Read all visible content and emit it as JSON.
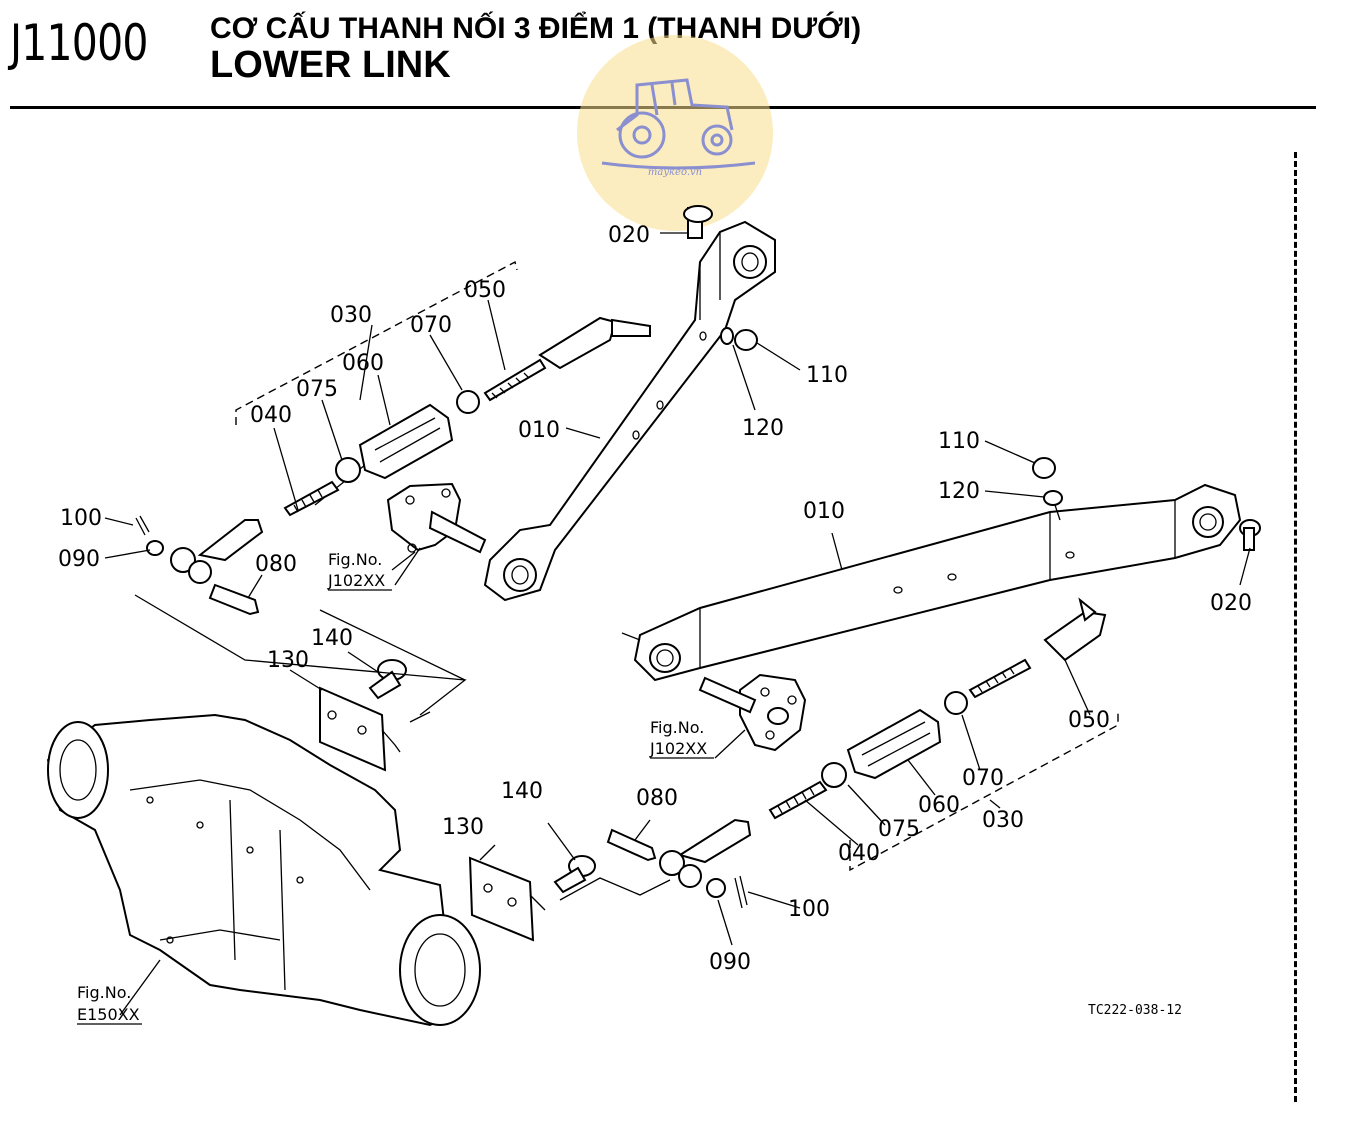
{
  "header": {
    "code": "J11000",
    "title_vi": "CƠ CẤU THANH NỐI 3 ĐIỂM 1 (THANH DƯỚI)",
    "title_en": "LOWER LINK"
  },
  "watermark": {
    "text": "maykeo.vn",
    "icon": "tractor-icon",
    "color": "#f6d67a"
  },
  "labels": {
    "l020_top": "020",
    "l030_left": "030",
    "l050_left": "050",
    "l070_left": "070",
    "l060_left": "060",
    "l075_left": "075",
    "l040_left": "040",
    "l010_left": "010",
    "l110_top": "110",
    "l120_top": "120",
    "l100_left": "100",
    "l090_left": "090",
    "l080_left": "080",
    "l140_left": "140",
    "l130_left": "130",
    "l110_right": "110",
    "l120_right": "120",
    "l010_right": "010",
    "l020_right": "020",
    "l050_right": "050",
    "l070_right": "070",
    "l060_right": "060",
    "l030_right": "030",
    "l075_right": "075",
    "l040_right": "040",
    "l140_right": "140",
    "l080_right": "080",
    "l130_right": "130",
    "l100_right": "100",
    "l090_right": "090"
  },
  "figrefs": {
    "j102_left_a": "Fig.No.",
    "j102_left_b": "J102XX",
    "j102_right_a": "Fig.No.",
    "j102_right_b": "J102XX",
    "e150_a": "Fig.No.",
    "e150_b": "E150XX"
  },
  "drawing_ref": "TC222-038-12"
}
